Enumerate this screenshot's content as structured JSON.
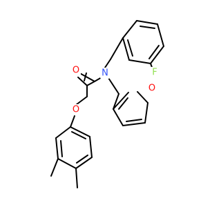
{
  "molecule": {
    "atoms": {
      "O_carbonyl": {
        "text": "O",
        "color": "#FF0D0D"
      },
      "N_amide": {
        "text": "N",
        "color": "#3050F8"
      },
      "F": {
        "text": "F",
        "color": "#90E050"
      },
      "O_ether": {
        "text": "O",
        "color": "#FF0D0D"
      },
      "O_furan": {
        "text": "O",
        "color": "#FF0D0D"
      }
    },
    "bond_color": "#000000"
  }
}
